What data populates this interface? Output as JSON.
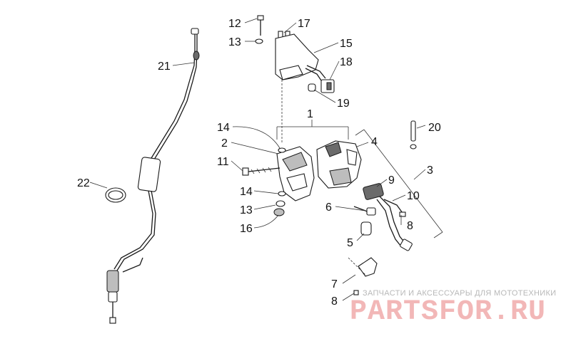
{
  "part_labels": {
    "p1": "1",
    "p2": "2",
    "p3": "3",
    "p4": "4",
    "p5": "5",
    "p6": "6",
    "p7": "7",
    "p8a": "8",
    "p8b": "8",
    "p9": "9",
    "p10": "10",
    "p11": "11",
    "p12": "12",
    "p13a": "13",
    "p13b": "13",
    "p14a": "14",
    "p14b": "14",
    "p15": "15",
    "p16": "16",
    "p17": "17",
    "p18": "18",
    "p19": "19",
    "p20": "20",
    "p21": "21",
    "p22": "22"
  },
  "watermark": {
    "caption": "ЗАПЧАСТИ И АКСЕССУАРЫ ДЛЯ МОТОТЕХНИКИ",
    "logo": "PARTSFOR.RU"
  },
  "colors": {
    "line": "#1a1a1a",
    "watermark_logo": "#f2b7b7",
    "watermark_caption": "#b8b8b8"
  }
}
